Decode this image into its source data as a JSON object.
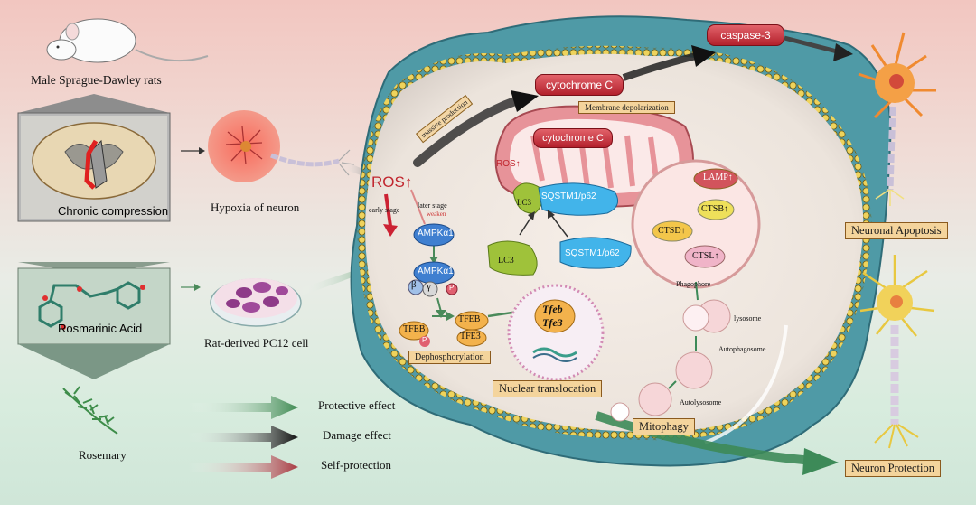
{
  "left_panel": {
    "rat_label": "Male Sprague-Dawley rats",
    "compression_label": "Chronic compression",
    "hypoxia_label": "Hypoxia of neuron",
    "drug_label": "Rosmarinic Acid",
    "cell_label": "Rat-derived PC12 cell",
    "plant_label": "Rosemary"
  },
  "legend": [
    {
      "label": "Protective effect",
      "color": "#4a8a5a"
    },
    {
      "label": "Damage effect",
      "color": "#222222"
    },
    {
      "label": "Self-protection",
      "color": "#b0454c"
    }
  ],
  "cell": {
    "ros_main": "ROS↑",
    "early_stage": "early stage",
    "later_stage": "later stage",
    "weaken": "weaken",
    "massive_production": "massive production",
    "ampk1": "AMPKα1",
    "ampk2": "AMPKα1",
    "beta": "β",
    "gamma": "γ",
    "p1": "P",
    "tfeb1": "TFEB",
    "p2": "P",
    "tfeb2": "TFEB",
    "tfe3": "TFE3",
    "dephos": "Dephosphorylation",
    "nuclear_tfeb": "Tfeb",
    "nuclear_tfe3": "Tfe3",
    "nuclear_translocation": "Nuclear translocation",
    "cytc_outer": "cytochrome C",
    "cytc_inner": "cytochrome C",
    "membrane_depol": "Membrane depolarization",
    "ros_mito": "ROS↑",
    "lc3_a": "LC3",
    "sqstm_a": "SQSTM1/p62",
    "lc3_b": "LC3",
    "sqstm_b": "SQSTM1/p62",
    "lamp": "LAMP↑",
    "ctsb": "CTSB↑",
    "ctsd": "CTSD↑",
    "ctsl": "CTSL↑",
    "phagophore": "Phagophore",
    "lysosome": "lysosome",
    "autophagosome": "Autophagosome",
    "autolysosome": "Autolysosome",
    "mitophagy": "Mitophagy",
    "caspase": "caspase-3"
  },
  "right_panel": {
    "apoptosis": "Neuronal Apoptosis",
    "protection": "Neuron Protection"
  },
  "colors": {
    "cell_fill": "#4f9aa6",
    "membrane_bead": "#e8cf59",
    "red_pill": "#c0333d",
    "ampk": "#3f7fd0",
    "lc3": "#9fc23a",
    "sqstm": "#2aa9e6"
  }
}
